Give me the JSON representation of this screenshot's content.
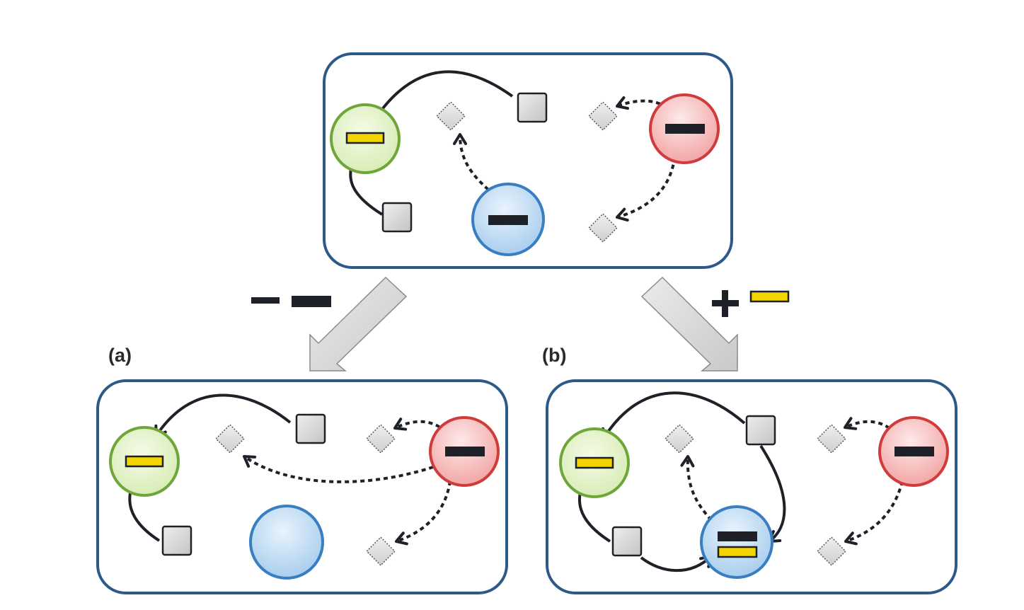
{
  "figure": {
    "labels": {
      "a": "(a)",
      "b": "(b)"
    },
    "operations": {
      "left": {
        "sign": "minus",
        "item": "dark-bar"
      },
      "right": {
        "sign": "plus",
        "item": "yellow-bar"
      }
    }
  },
  "colors": {
    "panel_border": "#2c5a88",
    "green_node": "#6fa63a",
    "blue_node": "#3a7ec2",
    "red_node": "#d03c3c",
    "yellow_bar": "#f2d400",
    "dark_bar": "#1e2128",
    "square": "#cfd1d4",
    "arrow_big": "#d6d7d9"
  }
}
